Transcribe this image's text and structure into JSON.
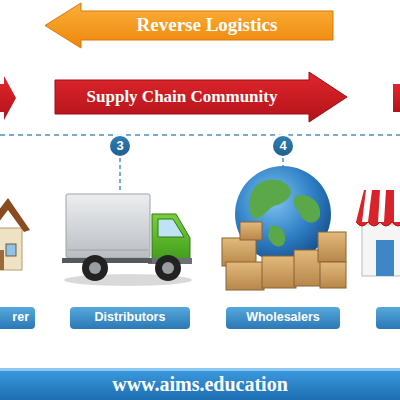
{
  "diagram": {
    "nodes": [
      {
        "text": [
          "Reverse Logistics"
        ]
      },
      {
        "text": [
          "Supply Chain Community"
        ]
      },
      {
        "text": [
          "3"
        ]
      },
      {
        "text": [
          "4"
        ]
      },
      {
        "text": [
          "rer"
        ]
      },
      {
        "text": [
          "Distributors"
        ]
      },
      {
        "text": [
          "Wholesalers"
        ]
      },
      {
        "text": [
          "www.aims.education"
        ]
      }
    ]
  }
}
